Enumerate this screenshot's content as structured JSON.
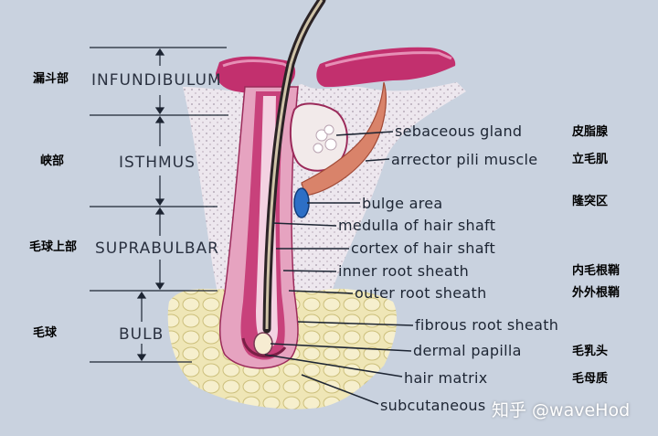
{
  "regions": [
    {
      "en": "INFUNDIBULUM",
      "zh": "漏斗部"
    },
    {
      "en": "ISTHMUS",
      "zh": "峡部"
    },
    {
      "en": "SUPRABULBAR",
      "zh": "毛球上部"
    },
    {
      "en": "BULB",
      "zh": "毛球"
    }
  ],
  "labels": [
    {
      "en": "sebaceous gland",
      "zh": "皮脂腺"
    },
    {
      "en": "arrector pili muscle",
      "zh": "立毛肌"
    },
    {
      "en": "bulge area",
      "zh": "隆突区"
    },
    {
      "en": "medulla of hair shaft",
      "zh": ""
    },
    {
      "en": "cortex of hair shaft",
      "zh": ""
    },
    {
      "en": "inner root sheath",
      "zh": "内毛根鞘"
    },
    {
      "en": "outer root sheath",
      "zh": "外外根鞘"
    },
    {
      "en": "fibrous root sheath",
      "zh": ""
    },
    {
      "en": "dermal papilla",
      "zh": "毛乳头"
    },
    {
      "en": "hair matrix",
      "zh": "毛母质"
    },
    {
      "en": "subcutaneous",
      "zh": ""
    }
  ],
  "watermark": "知乎 @waveHod",
  "colors": {
    "background": "#c9d2df",
    "epidermis": "#c2306e",
    "sheath": "#e6a3c0",
    "fat": "#ede2a8",
    "muscle": "#d9836a",
    "bulge": "#2d6fc6"
  }
}
